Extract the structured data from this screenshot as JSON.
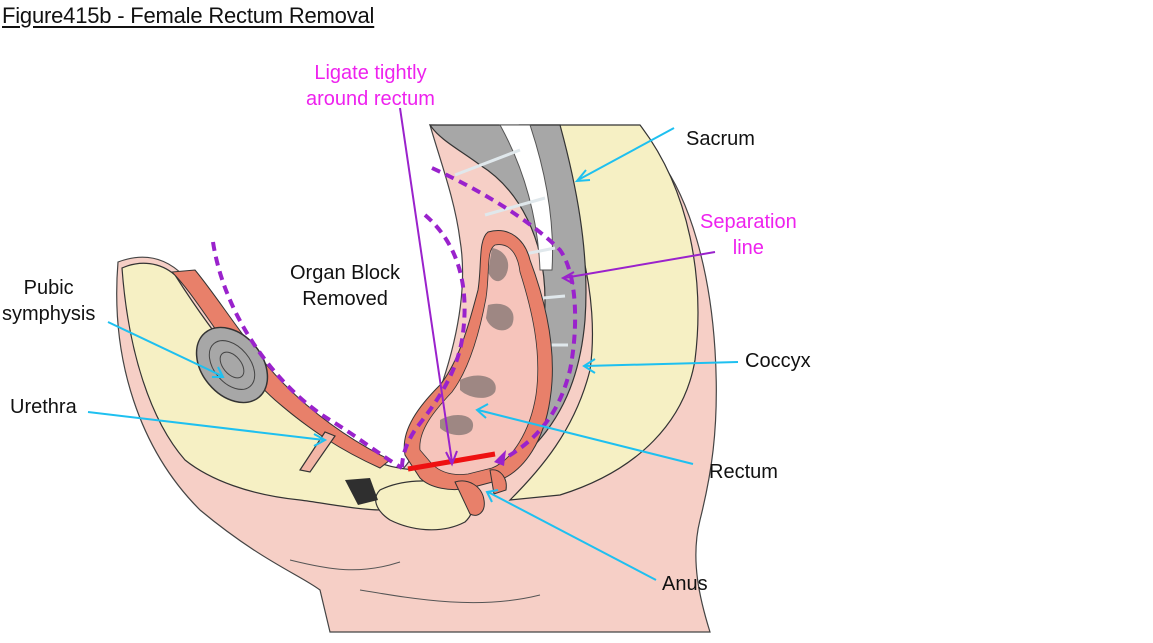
{
  "title": "Figure415b - Female Rectum Removal",
  "colors": {
    "callout_anatomy": "#1ec0f0",
    "callout_procedure": "#9a22cc",
    "procedure_text": "#ee22ee",
    "cut_line": "#ee1111",
    "skin": "#f6cfc6",
    "fat": "#f6f0c4",
    "bone": "#a7a7a7",
    "muscle": "#e8806a"
  },
  "labels": {
    "ligate": {
      "line1": "Ligate tightly",
      "line2": "around rectum"
    },
    "separation": {
      "line1": "Separation",
      "line2": "line"
    },
    "organ_block": {
      "line1": "Organ Block",
      "line2": "Removed"
    },
    "pubic": {
      "line1": "Pubic",
      "line2": "symphysis"
    },
    "urethra": "Urethra",
    "sacrum": "Sacrum",
    "coccyx": "Coccyx",
    "rectum": "Rectum",
    "anus": "Anus"
  }
}
